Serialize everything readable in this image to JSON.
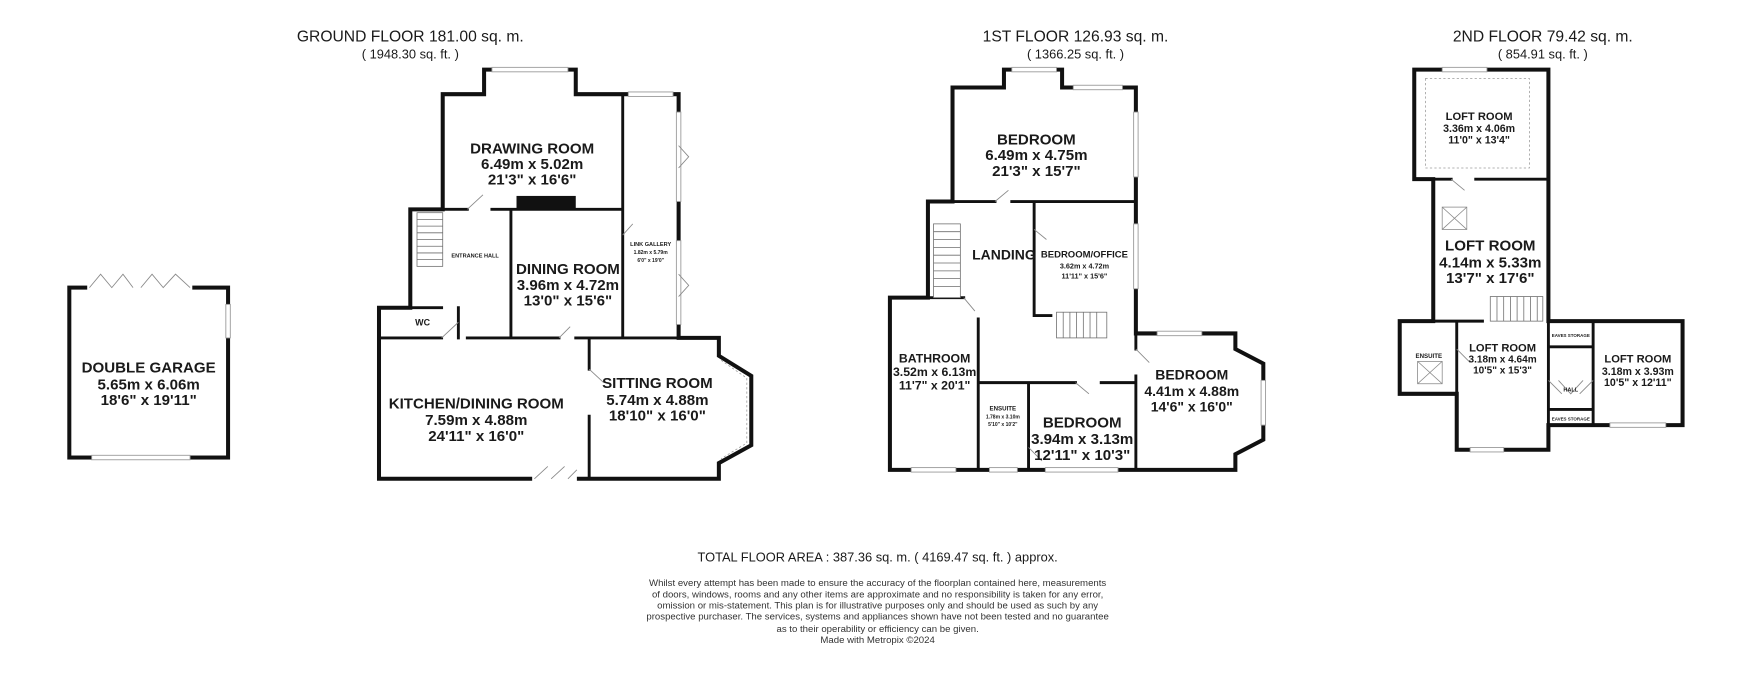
{
  "floors": {
    "ground": {
      "title": "GROUND FLOOR 181.00 sq. m.",
      "area_sqft": "( 1948.30 sq. ft. )"
    },
    "first": {
      "title": "1ST FLOOR 126.93 sq. m.",
      "area_sqft": "( 1366.25 sq. ft. )"
    },
    "second": {
      "title": "2ND FLOOR 79.42 sq. m.",
      "area_sqft": "( 854.91 sq. ft. )"
    }
  },
  "rooms": {
    "double_garage": {
      "name": "DOUBLE GARAGE",
      "metric": "5.65m x 6.06m",
      "imperial": "18'6\" x 19'11\""
    },
    "drawing_room": {
      "name": "DRAWING ROOM",
      "metric": "6.49m x 5.02m",
      "imperial": "21'3\" x 16'6\""
    },
    "entrance_hall": {
      "name": "ENTRANCE HALL"
    },
    "dining_room": {
      "name": "DINING ROOM",
      "metric": "3.96m x 4.72m",
      "imperial": "13'0\" x 15'6\""
    },
    "link_gallery": {
      "name": "LINK GALLERY",
      "metric": "1.82m x 5.79m",
      "imperial": "6'0\" x 19'0\""
    },
    "wc": {
      "name": "WC"
    },
    "kitchen_dining": {
      "name": "KITCHEN/DINING ROOM",
      "metric": "7.59m x 4.88m",
      "imperial": "24'11\" x 16'0\""
    },
    "sitting_room": {
      "name": "SITTING ROOM",
      "metric": "5.74m x 4.88m",
      "imperial": "18'10\" x 16'0\""
    },
    "bedroom_1": {
      "name": "BEDROOM",
      "metric": "6.49m x 4.75m",
      "imperial": "21'3\" x 15'7\""
    },
    "landing": {
      "name": "LANDING"
    },
    "bedroom_office": {
      "name": "BEDROOM/OFFICE",
      "metric": "3.62m x 4.72m",
      "imperial": "11'11\" x 15'6\""
    },
    "bathroom": {
      "name": "BATHROOM",
      "metric": "3.52m x 6.13m",
      "imperial": "11'7\" x 20'1\""
    },
    "ensuite_first": {
      "name": "ENSUITE",
      "metric": "1.78m x 3.10m",
      "imperial": "5'10\" x 10'2\""
    },
    "bedroom_2": {
      "name": "BEDROOM",
      "metric": "3.94m x 3.13m",
      "imperial": "12'11\" x 10'3\""
    },
    "bedroom_3": {
      "name": "BEDROOM",
      "metric": "4.41m x 4.88m",
      "imperial": "14'6\" x 16'0\""
    },
    "loft_room_1": {
      "name": "LOFT ROOM",
      "metric": "3.36m x 4.06m",
      "imperial": "11'0\" x 13'4\""
    },
    "loft_room_2": {
      "name": "LOFT ROOM",
      "metric": "4.14m x 5.33m",
      "imperial": "13'7\" x 17'6\""
    },
    "ensuite_second": {
      "name": "ENSUITE"
    },
    "loft_room_3": {
      "name": "LOFT ROOM",
      "metric": "3.18m x 4.64m",
      "imperial": "10'5\" x 15'3\""
    },
    "eaves_storage_upper": {
      "name": "EAVES STORAGE"
    },
    "hall_second": {
      "name": "HALL"
    },
    "eaves_storage_lower": {
      "name": "EAVES STORAGE"
    },
    "loft_room_4": {
      "name": "LOFT ROOM",
      "metric": "3.18m x 3.93m",
      "imperial": "10'5\" x 12'11\""
    }
  },
  "footer": {
    "total": "TOTAL FLOOR AREA : 387.36 sq. m. ( 4169.47 sq. ft. ) approx.",
    "disclaimer": [
      "Whilst every attempt has been made to ensure the accuracy of the floorplan contained here, measurements",
      "of doors, windows, rooms and any other items are approximate and no responsibility is taken for any error,",
      "omission or mis-statement. This plan is for illustrative purposes only and should be used as such by any",
      "prospective purchaser. The services, systems and appliances shown have not been tested and no guarantee",
      "as to their operability or efficiency can be given."
    ],
    "credit": "Made with Metropix ©2024"
  }
}
